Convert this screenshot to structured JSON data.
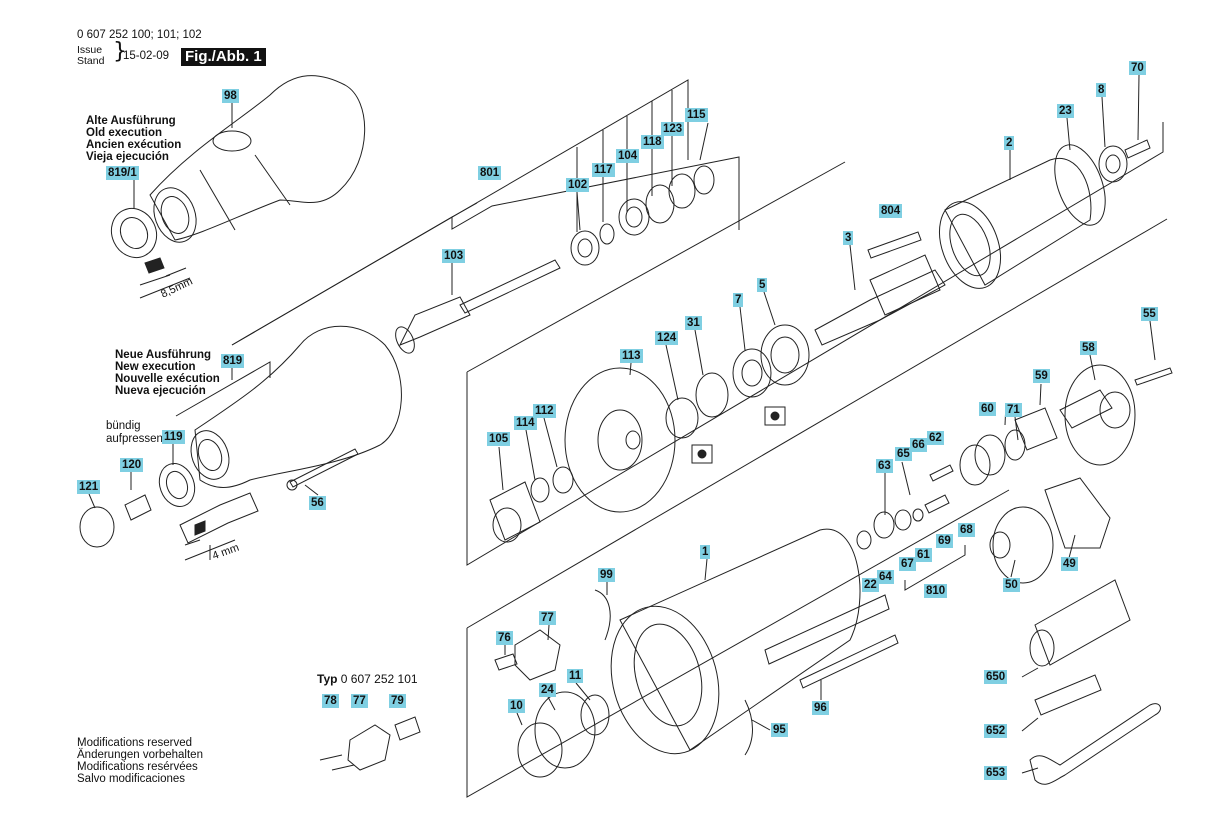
{
  "header": {
    "part_number": "0 607 252 100; 101; 102",
    "issue_label": "Issue",
    "stand_label": "Stand",
    "date": "15-02-09",
    "figure": "Fig./Abb. 1"
  },
  "old_execution": [
    "Alte Ausführung",
    "Old execution",
    "Ancien exécution",
    "Vieja ejecución"
  ],
  "new_execution": [
    "Neue Ausführung",
    "New execution",
    "Nouvelle exécution",
    "Nueva ejecución"
  ],
  "press_note": [
    "bündig",
    "aufpressen"
  ],
  "dimensions": {
    "d1": "8,5mm",
    "d2": "4 mm"
  },
  "typ": {
    "prefix": "Typ",
    "number": "0 607 252 101"
  },
  "footer": [
    "Modifications reserved",
    "Änderungen vorbehalten",
    "Modifications resérvées",
    "Salvo modificaciones"
  ],
  "parts": {
    "p98": "98",
    "p819_1": "819/1",
    "p801": "801",
    "p103": "103",
    "p102": "102",
    "p117": "117",
    "p104": "104",
    "p118": "118",
    "p123": "123",
    "p115": "115",
    "p23": "23",
    "p8": "8",
    "p70": "70",
    "p2": "2",
    "p804": "804",
    "p3": "3",
    "p7": "7",
    "p5": "5",
    "p124": "124",
    "p31": "31",
    "p113": "113",
    "p819": "819",
    "p119": "119",
    "p120": "120",
    "p121": "121",
    "p56": "56",
    "p105": "105",
    "p114": "114",
    "p112": "112",
    "p55": "55",
    "p58": "58",
    "p59": "59",
    "p60": "60",
    "p71": "71",
    "p66": "66",
    "p62": "62",
    "p65": "65",
    "p63": "63",
    "p68": "68",
    "p69": "69",
    "p61": "61",
    "p67": "67",
    "p810": "810",
    "p22": "22",
    "p64": "64",
    "p1": "1",
    "p50": "50",
    "p49": "49",
    "p99": "99",
    "p77": "77",
    "p76": "76",
    "p11": "11",
    "p24": "24",
    "p10": "10",
    "p95": "95",
    "p96": "96",
    "p650": "650",
    "p652": "652",
    "p653": "653",
    "p78": "78",
    "p77b": "77",
    "p79": "79"
  }
}
